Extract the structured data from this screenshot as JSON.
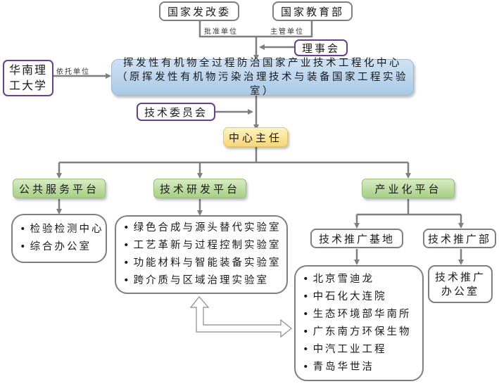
{
  "top": {
    "ndrc": "国家发改委",
    "moe": "国家教育部",
    "approval_label": "批准单位",
    "supervisor_label": "主管单位",
    "council": "理事会"
  },
  "university": {
    "name_line1": "华南理",
    "name_line2": "工大学",
    "relation_label": "依托单位"
  },
  "center": {
    "line1": "挥发性有机物全过程防治国家产业技术工程化中心",
    "line2": "（原挥发性有机物污染治理技术与装备国家工程实验室）"
  },
  "tech_committee": "技术委员会",
  "director": "中心主任",
  "platforms": [
    {
      "name": "公共服务平台",
      "items": [
        "检验检测中心",
        "综合办公室"
      ]
    },
    {
      "name": "技术研发平台",
      "items": [
        "绿色合成与源头替代实验室",
        "工艺革新与过程控制实验室",
        "功能材料与智能装备实验室",
        "跨介质与区域治理实验室"
      ]
    },
    {
      "name": "产业化平台",
      "branches": [
        {
          "name": "技术推广基地",
          "items": [
            "北京雪迪龙",
            "中石化大连院",
            "生态环境部华南所",
            "广东南方环保生物",
            "中汽工业工程",
            "青岛华世洁"
          ]
        },
        {
          "name": "技术推广部",
          "office_line1": "技术推广",
          "office_line2": "办公室"
        }
      ]
    }
  ],
  "colors": {
    "connector": "#7f7f7f",
    "purple_border": "#6b3f8f",
    "center_blue": "#b9d3ec",
    "director_yellow": "#fbe39b",
    "platform_green": "#bfdea3"
  }
}
